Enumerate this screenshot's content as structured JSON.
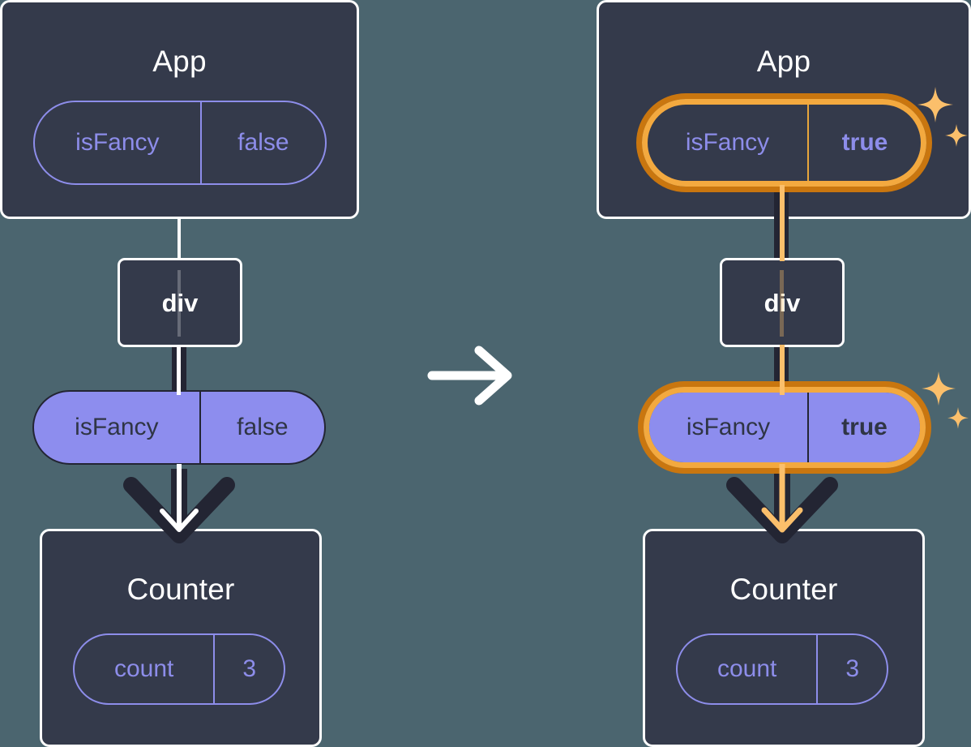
{
  "diagram": {
    "title": "React state propagation: isFancy false to true",
    "background_color": "#4b656f",
    "transition_icon": "right-arrow-icon",
    "highlight_color": "#e8a63b",
    "highlight_ring_outer": "#c9760f",
    "highlight_ring_inner": "#f3a93f",
    "pill_purple": "#8d8dee",
    "box_fill": "#343a4b",
    "accent_lavender": "#8d8dea",
    "sparkle_icon": "sparkles-icon"
  },
  "panels": [
    {
      "id": "before",
      "app": {
        "title": "App",
        "state": {
          "key": "isFancy",
          "value": "false",
          "highlighted": false,
          "style": "outline"
        }
      },
      "div": {
        "label": "div"
      },
      "prop": {
        "key": "isFancy",
        "value": "false",
        "highlighted": false,
        "style": "solid"
      },
      "counter": {
        "title": "Counter",
        "state": {
          "key": "count",
          "value": "3",
          "highlighted": false,
          "style": "outline"
        }
      }
    },
    {
      "id": "after",
      "app": {
        "title": "App",
        "state": {
          "key": "isFancy",
          "value": "true",
          "highlighted": true,
          "style": "outline"
        }
      },
      "div": {
        "label": "div"
      },
      "prop": {
        "key": "isFancy",
        "value": "true",
        "highlighted": true,
        "style": "solid"
      },
      "counter": {
        "title": "Counter",
        "state": {
          "key": "count",
          "value": "3",
          "highlighted": false,
          "style": "outline"
        }
      }
    }
  ]
}
